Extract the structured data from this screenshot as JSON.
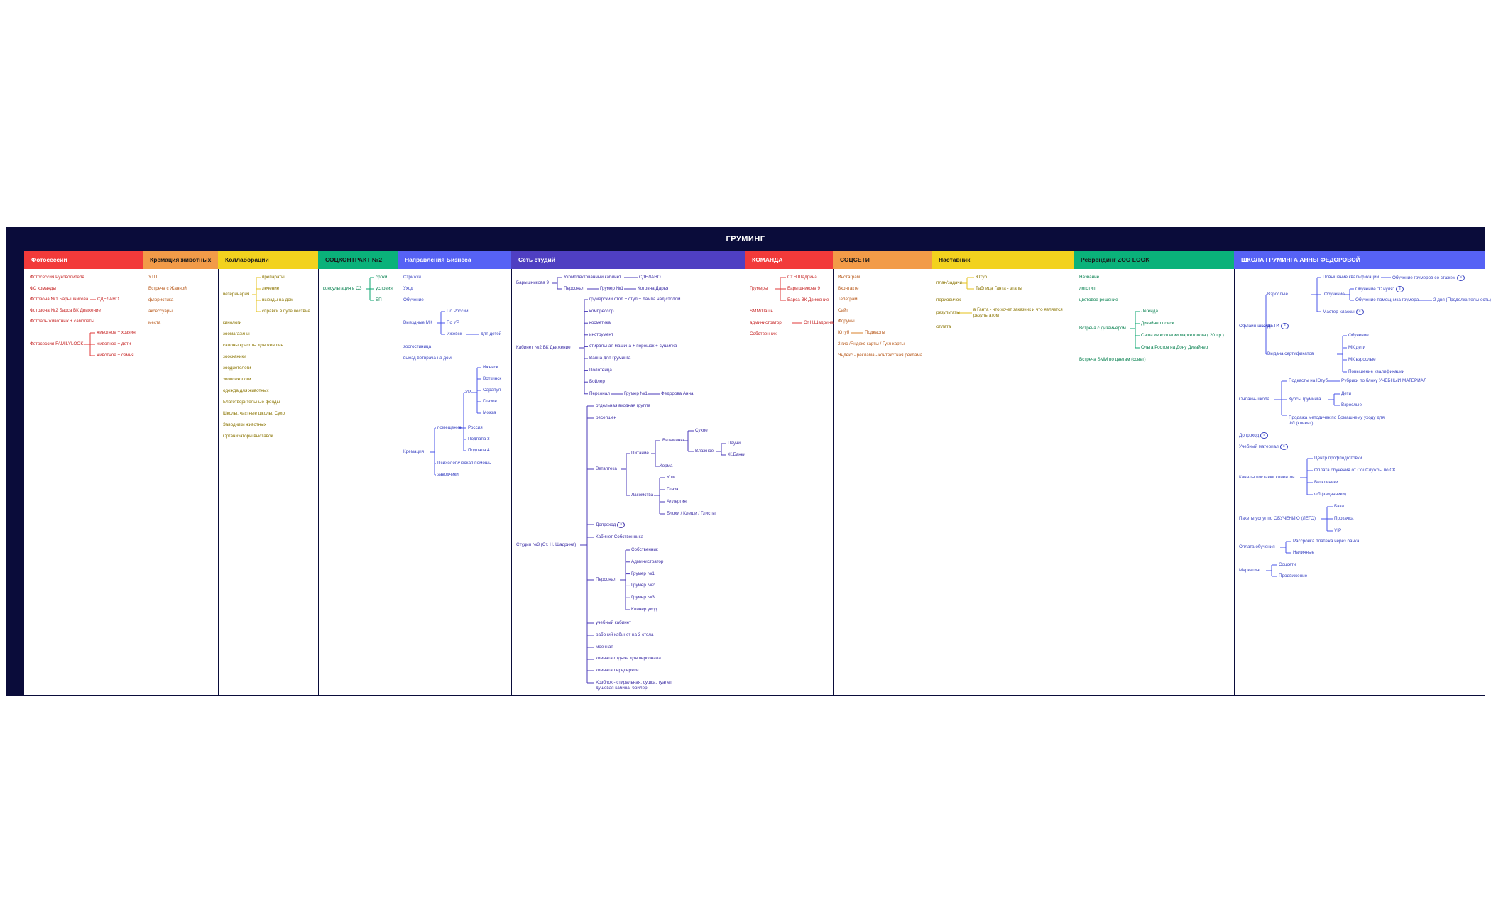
{
  "title": "ГРУМИНГ",
  "colors": {
    "dark": "#0a0c3a",
    "red": "#f23a3a",
    "orange": "#f29b48",
    "yellow": "#f2d21e",
    "green": "#0ab27a",
    "blue": "#5662f5",
    "purple": "#4f3fc2"
  },
  "columns": [
    {
      "label": "Фотосессии",
      "bg": "#f23a3a",
      "fg": "#ffffff"
    },
    {
      "label": "Кремация животных",
      "bg": "#f29b48",
      "fg": "#1a1a1a"
    },
    {
      "label": "Коллаборации",
      "bg": "#f2d21e",
      "fg": "#1a1a1a"
    },
    {
      "label": "СОЦКОНТРАКТ №2",
      "bg": "#0ab27a",
      "fg": "#1a1a1a"
    },
    {
      "label": "Направления Бизнеса",
      "bg": "#5662f5",
      "fg": "#ffffff"
    },
    {
      "label": "Сеть студий",
      "bg": "#4f3fc2",
      "fg": "#ffffff"
    },
    {
      "label": "КОМАНДА",
      "bg": "#f23a3a",
      "fg": "#ffffff"
    },
    {
      "label": "СОЦСЕТИ",
      "bg": "#f29b48",
      "fg": "#1a1a1a"
    },
    {
      "label": "Наставник",
      "bg": "#f2d21e",
      "fg": "#1a1a1a"
    },
    {
      "label": "Ребрендинг ZOO LOOK",
      "bg": "#0ab27a",
      "fg": "#1a1a1a"
    },
    {
      "label": "ШКОЛА ГРУМИНГА АННЫ ФЕДОРОВОЙ",
      "bg": "#5662f5",
      "fg": "#ffffff"
    }
  ],
  "photo": {
    "items": [
      "Фотосессия Руководителя",
      "ФС команды",
      "Фотозона №1 Барышникова",
      "Фотозона №2 Барса ВК Движение",
      "Фотоарь животных + самолеты",
      "Фотосессия FAMILYLOOK"
    ],
    "done": "СДЕЛАНО",
    "family": [
      "животное + хозяин",
      "животное + дети",
      "животное + семья"
    ]
  },
  "cremation": {
    "items": [
      "УТП",
      "Встреча с Жанной",
      "флористика",
      "аксессуары",
      "места"
    ]
  },
  "collab": {
    "vet": "ветеринария",
    "vet_children": [
      "препараты",
      "лечение",
      "выезды на дом",
      "справки в путешествие"
    ],
    "items": [
      "кинологи",
      "зоомагазины",
      "салоны красоты для женщин",
      "зоосканики",
      "зоодиетологи",
      "зоопсихологи",
      "одежда для животных",
      "Благотворительные фонды",
      "Школы, частные школы, Сухо",
      "Заводчики животных",
      "Организаторы выставок"
    ]
  },
  "social": {
    "root": "консультация в СЗ",
    "children": [
      "сроки",
      "условия",
      "БП"
    ]
  },
  "business": {
    "items": [
      "Стрижки",
      "Уход",
      "Обучение"
    ],
    "mk": "Выездные МК",
    "mk_children": [
      "По России",
      "По УР",
      "Ижевск"
    ],
    "kids": "для детей",
    "zoo": "зоогостиница",
    "vet_home": "выезд ветврача на дом",
    "crem": "Кремация",
    "room": "помещение",
    "ur": "УР",
    "ur_children": [
      "Ижевск",
      "Воткинск",
      "Сарапул",
      "Глазов",
      "Можга"
    ],
    "russia": "Россия",
    "p3": "Подпапа 3",
    "p4": "Подпапа 4",
    "psy": "Психологическая помощь",
    "breeders": "заводчики"
  },
  "studios": {
    "bar": "Барышникова 9",
    "bar_children": [
      "Укомплектованный кабинет",
      "Персонал"
    ],
    "done": "СДЕЛАНО",
    "groomer1": "Грумер №1",
    "groomer1_name": "Котовна Дарья",
    "k2": "Кабинет №2 ВК Движение",
    "k2_children": [
      "грумерский стол + стул + лампа над столом",
      "компрессор",
      "косметика",
      "инструмент",
      "стиральная машина + порошок + сушилка",
      "Ванна для груминга",
      "Полотенца",
      "Бойлер",
      "Персонал"
    ],
    "k2_groomer": "Грумер №1",
    "k2_groomer_name": "Федорова Анна",
    "s3": "Студия №3 (Ст. Н. Шадрина)",
    "s3_top": [
      "отдельная входная группа",
      "ресепшен"
    ],
    "vet": "Ветаптека",
    "pit": "Питание",
    "vit": "Витамины",
    "vit_children": [
      "Сухое",
      "Влажное"
    ],
    "wet_children": [
      "Паучи",
      "Ж.Банки"
    ],
    "korm": "Корма",
    "lak": "Лакомства",
    "lak_children": [
      "Уши",
      "Глаза",
      "Аллергия",
      "Блохи / Клещи / Глисты"
    ],
    "doc": "Допроход",
    "owner": "Кабинет Собственника",
    "staff": "Персонал",
    "staff_children": [
      "Собственник",
      "Администратор",
      "Грумер №1",
      "Грумер №2",
      "Грумер №3",
      "Клинер уход"
    ],
    "s3_bottom": [
      "учебный кабинет",
      "рабочий кабинет на 3 стола",
      "моечная",
      "комната отдыха для персонала",
      "комната передержки",
      "Хозблок - стиральная, сушка, туалет, душевая кабина, бойлер"
    ]
  },
  "team": {
    "groomers": "Грумеры",
    "groomer_children": [
      "Ст.Н.Шадрина",
      "Барышникова 9",
      "Барса ВК Движение"
    ],
    "smm": "SMM/Пашь",
    "admin": "администратор",
    "admin_child": "Ст.Н.Шадрина",
    "owner": "Собственник"
  },
  "socnets": {
    "items": [
      "Инстаграм",
      "Вконтакте",
      "Телеграм",
      "Сайт",
      "Форумы",
      "Ютуб",
      "2 гис /Яндекс карты / Гугл карты",
      "Яндекс - реклама - контекстная реклама"
    ],
    "podcast": "Подкасты"
  },
  "mentor": {
    "plan": "план/задачи",
    "plan_children": [
      "Ютуб",
      "Таблица Ганта - этапы"
    ],
    "period": "периодичок",
    "results": "результаты",
    "results_child": "в Ганта - что хочет заказчик и что является результатом",
    "pay": "оплата"
  },
  "rebrand": {
    "items": [
      "Название",
      "логотип",
      "цветовое решение"
    ],
    "meet": "Встреча с дизайнером",
    "meet_children": [
      "Легенда",
      "Дизайнер поиск",
      "Саша из коллегии маркетолога ( 20 т.р.)",
      "Ольга Ростов на Дону Дизайнер"
    ],
    "smm": "Встреча SMM по цветам (совет)"
  },
  "school": {
    "offline": "Офлайн-школа",
    "adults": "Взрослые",
    "q": "Повышение квалификации",
    "q_child": "Обучение грумеров со стажем",
    "learn": "Обучение",
    "learn_children": [
      "Обучение \"С нуля\"",
      "Обучение помощника грумера"
    ],
    "two_days": "2 дня (Продолжительность)",
    "master": "Мастер-классы",
    "kids": "ДЕТИ",
    "cert": "Выдача сертификатов",
    "cert_children": [
      "Обучение",
      "МК дети",
      "МК взрослые",
      "Повышение квалификации"
    ],
    "online": "Онлайн-школа",
    "yt": "Подкасты на Ютуб",
    "yt_child": "Рубрики по блоку УЧЕБНЫЙ МАТЕРИАЛ",
    "courses": "Курсы груминга",
    "courses_children": [
      "Дети",
      "Взрослые"
    ],
    "manual": "Продажа методичек по Домашнему уходу для ФЛ (клиент)",
    "dop": "Допроход",
    "mat": "Учебный материал",
    "channels": "Каналы поставки клиентов",
    "channel_children": [
      "Центр профподготовки",
      "Оплата обучения от СоцСлужбы по СК",
      "Ветклиники",
      "ФЛ (заданники)"
    ],
    "packs": "Пакеты услуг по ОБУЧЕНИЮ (ЛЕГО)",
    "pack_children": [
      "База",
      "Прокачка",
      "VIP"
    ],
    "pay": "Оплата обучения",
    "pay_children": [
      "Рассрочка платежа через банка",
      "Наличные"
    ],
    "mkt": "Маркетинг",
    "mkt_children": [
      "Соцсети",
      "Продвижение"
    ]
  }
}
